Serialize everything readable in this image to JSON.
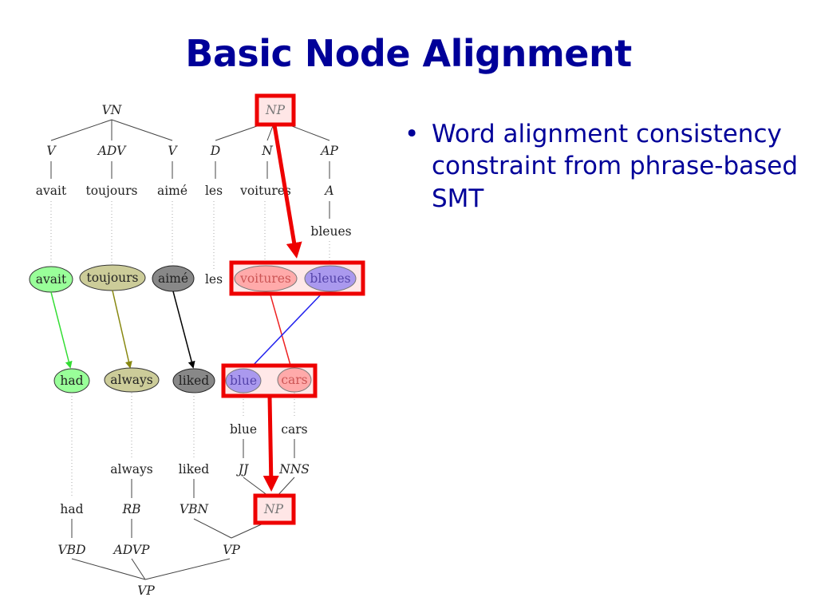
{
  "slide": {
    "title": "Basic Node Alignment",
    "bullets": [
      "Word alignment consistency constraint from phrase-based SMT"
    ]
  },
  "colors": {
    "title": "#000099",
    "highlight": "#ee0000",
    "green": "#99ff99",
    "olive": "#cccc99",
    "grey": "#888888",
    "pink": "#ffaaaa",
    "lavender": "#aa99ee"
  },
  "french_tree": {
    "root": "VN",
    "phrases": [
      "V",
      "ADV",
      "V"
    ],
    "words": [
      "avait",
      "toujours",
      "aimé"
    ],
    "np": "NP",
    "np_children": [
      "D",
      "N",
      "AP"
    ],
    "np_words": [
      "les",
      "voitures"
    ],
    "ap_child": "A",
    "ap_word": "bleues"
  },
  "french_nodes": [
    "avait",
    "toujours",
    "aimé",
    "les",
    "voitures",
    "bleues"
  ],
  "english_nodes": [
    "had",
    "always",
    "liked",
    "blue",
    "cars"
  ],
  "english_tree": {
    "np_words": [
      "blue",
      "cars"
    ],
    "np_tags": [
      "JJ",
      "NNS"
    ],
    "np": "NP",
    "mid_words": [
      "always",
      "liked"
    ],
    "mid_tags": [
      "RB",
      "VBN"
    ],
    "low_word": "had",
    "low_tags": [
      "VBD",
      "ADVP",
      "VP"
    ],
    "root": "VP"
  }
}
